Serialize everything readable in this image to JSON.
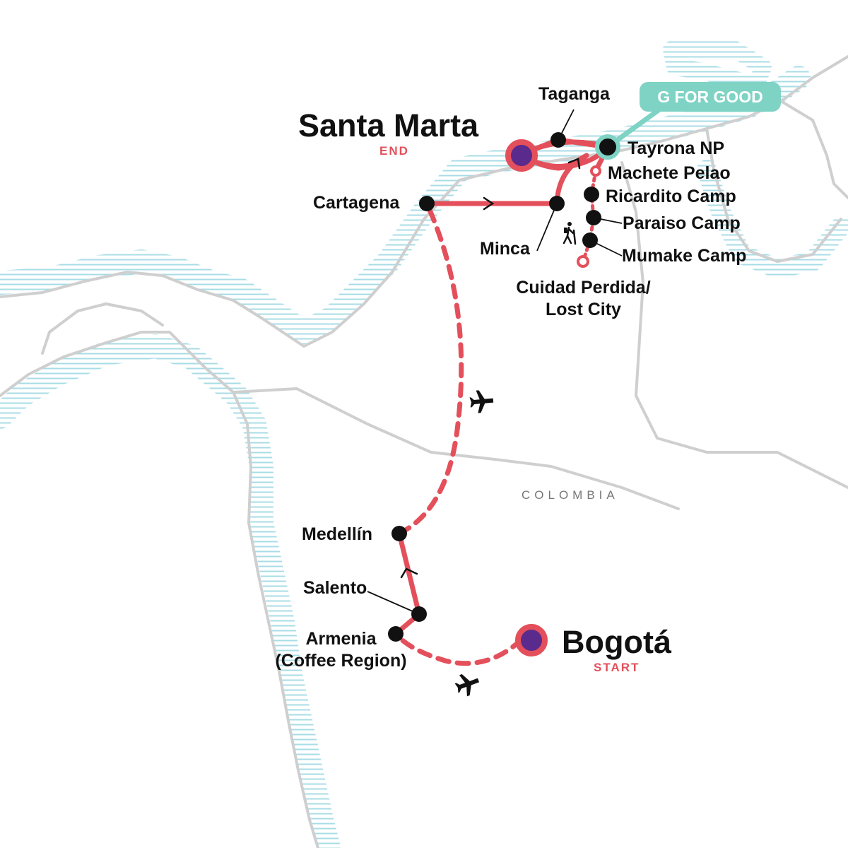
{
  "colors": {
    "route": "#e3505b",
    "endpoint_fill": "#5a2a8c",
    "stop": "#111111",
    "coast": "#cfcfcf",
    "sea_hatch": "#a8dce6",
    "badge": "#7fd3c4"
  },
  "icons": [
    "plane-icon",
    "hiker-icon",
    "direction-arrow-icon"
  ],
  "badge": {
    "label": "G FOR GOOD"
  },
  "country": "COLOMBIA",
  "endpoints": {
    "end": {
      "name": "Santa Marta",
      "tag": "END"
    },
    "start": {
      "name": "Bogotá",
      "tag": "START"
    }
  },
  "stops": {
    "taganga": "Taganga",
    "tayrona": "Tayrona NP",
    "machete": "Machete Pelao",
    "ricardito": "Ricardito Camp",
    "cartagena": "Cartagena",
    "paraiso": "Paraiso Camp",
    "minca": "Minca",
    "mumake": "Mumake Camp",
    "lost_city_1": "Cuidad Perdida/",
    "lost_city_2": "Lost City",
    "medellin": "Medellín",
    "salento": "Salento",
    "armenia_1": "Armenia",
    "armenia_2": "(Coffee Region)"
  }
}
